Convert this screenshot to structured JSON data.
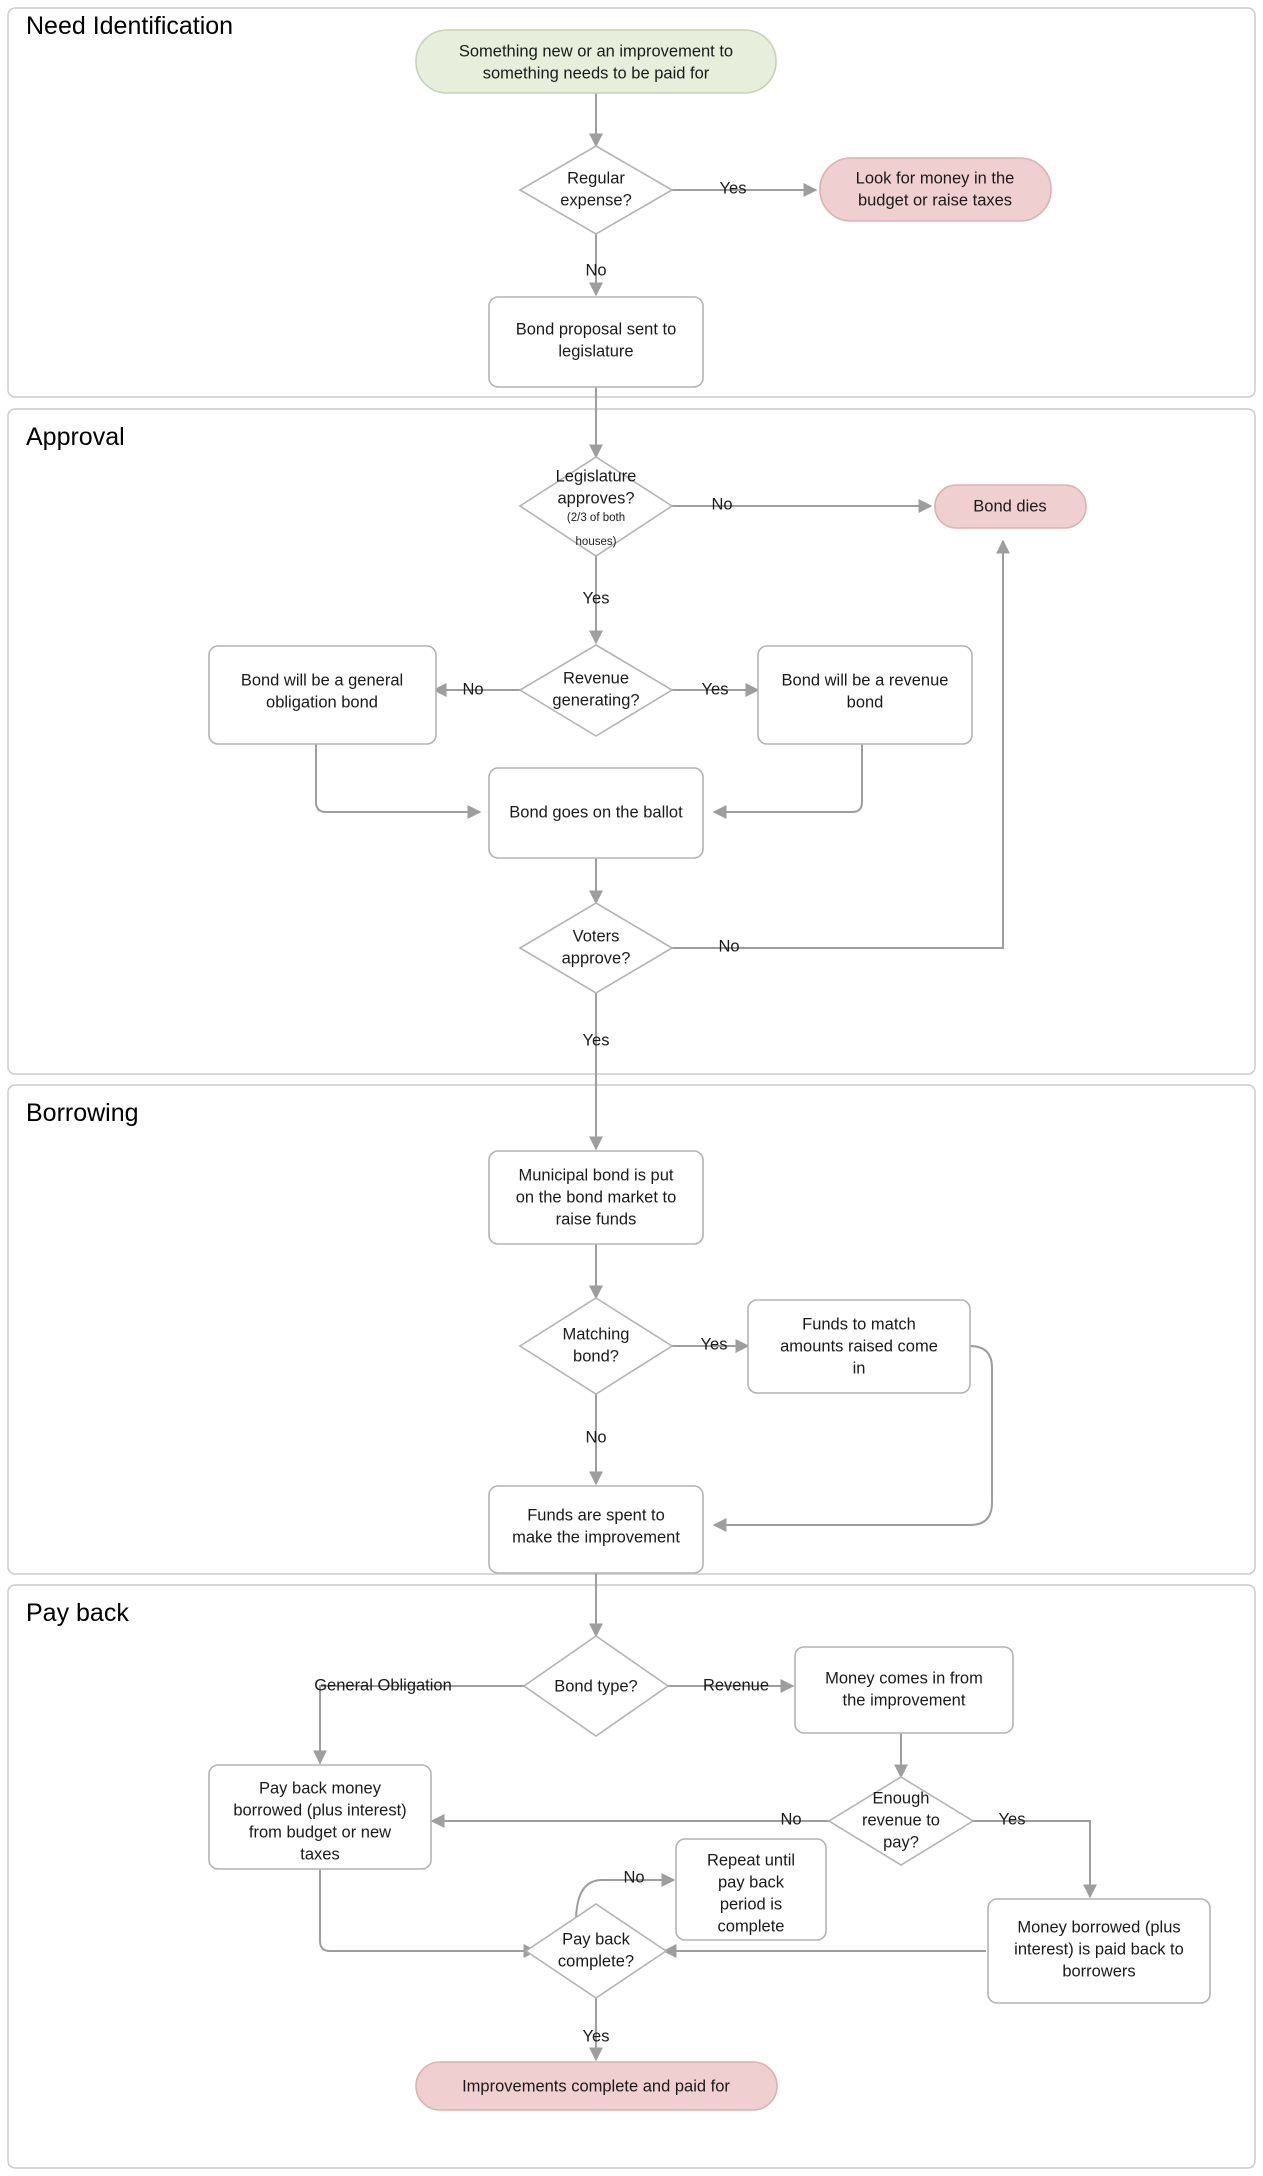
{
  "diagram": {
    "title": "Municipal bond lifecycle flowchart",
    "colors": {
      "start_fill": "#e8eedc",
      "terminal_fill": "#efcfcf",
      "node_fill": "#ffffff",
      "node_stroke": "#b3b3b3",
      "edge_stroke": "#9e9e9e",
      "lane_stroke": "#cccccc",
      "background": "#ffffff"
    },
    "lanes": [
      {
        "id": "lane-need",
        "label": "Need Identification"
      },
      {
        "id": "lane-approval",
        "label": "Approval"
      },
      {
        "id": "lane-borrowing",
        "label": "Borrowing"
      },
      {
        "id": "lane-payback",
        "label": "Pay back"
      }
    ],
    "nodes": [
      {
        "id": "start",
        "shape": "stadium",
        "style": "green",
        "lane": "lane-need",
        "text": [
          "Something new or an improvement to",
          "something needs to be paid for"
        ]
      },
      {
        "id": "regular-expense",
        "shape": "diamond",
        "style": "plain",
        "lane": "lane-need",
        "text": [
          "Regular",
          "expense?"
        ]
      },
      {
        "id": "look-for-money",
        "shape": "stadium",
        "style": "red",
        "lane": "lane-need",
        "text": [
          "Look for money in the",
          "budget or raise taxes"
        ]
      },
      {
        "id": "bond-proposal",
        "shape": "rect",
        "style": "plain",
        "lane": "lane-need",
        "text": [
          "Bond proposal sent to",
          "legislature"
        ]
      },
      {
        "id": "legislature-approves",
        "shape": "diamond",
        "style": "plain",
        "lane": "lane-approval",
        "text": [
          "Legislature",
          "approves?"
        ],
        "subtext": [
          "(2/3 of both",
          "houses)"
        ]
      },
      {
        "id": "bond-dies",
        "shape": "stadium",
        "style": "red",
        "lane": "lane-approval",
        "text": [
          "Bond dies"
        ]
      },
      {
        "id": "revenue-generating",
        "shape": "diamond",
        "style": "plain",
        "lane": "lane-approval",
        "text": [
          "Revenue",
          "generating?"
        ]
      },
      {
        "id": "general-obligation-bond",
        "shape": "rect",
        "style": "plain",
        "lane": "lane-approval",
        "text": [
          "Bond will be a general",
          "obligation bond"
        ]
      },
      {
        "id": "revenue-bond",
        "shape": "rect",
        "style": "plain",
        "lane": "lane-approval",
        "text": [
          "Bond will be a revenue",
          "bond"
        ]
      },
      {
        "id": "bond-on-ballot",
        "shape": "rect",
        "style": "plain",
        "lane": "lane-approval",
        "text": [
          "Bond goes on the ballot"
        ]
      },
      {
        "id": "voters-approve",
        "shape": "diamond",
        "style": "plain",
        "lane": "lane-approval",
        "text": [
          "Voters",
          "approve?"
        ]
      },
      {
        "id": "municipal-bond-market",
        "shape": "rect",
        "style": "plain",
        "lane": "lane-borrowing",
        "text": [
          "Municipal bond is put",
          "on the bond market to",
          "raise funds"
        ]
      },
      {
        "id": "matching-bond",
        "shape": "diamond",
        "style": "plain",
        "lane": "lane-borrowing",
        "text": [
          "Matching",
          "bond?"
        ]
      },
      {
        "id": "matching-funds",
        "shape": "rect",
        "style": "plain",
        "lane": "lane-borrowing",
        "text": [
          "Funds to match",
          "amounts raised come",
          "in"
        ]
      },
      {
        "id": "funds-spent",
        "shape": "rect",
        "style": "plain",
        "lane": "lane-borrowing",
        "text": [
          "Funds are spent to",
          "make the improvement"
        ]
      },
      {
        "id": "bond-type",
        "shape": "diamond",
        "style": "plain",
        "lane": "lane-payback",
        "text": [
          "Bond type?"
        ]
      },
      {
        "id": "money-from-improvement",
        "shape": "rect",
        "style": "plain",
        "lane": "lane-payback",
        "text": [
          "Money comes in from",
          "the improvement"
        ]
      },
      {
        "id": "pay-back-money",
        "shape": "rect",
        "style": "plain",
        "lane": "lane-payback",
        "text": [
          "Pay back money",
          "borrowed (plus interest)",
          "from budget or new",
          "taxes"
        ]
      },
      {
        "id": "enough-revenue",
        "shape": "diamond",
        "style": "plain",
        "lane": "lane-payback",
        "text": [
          "Enough",
          "revenue to",
          "pay?"
        ]
      },
      {
        "id": "repeat-until",
        "shape": "rect",
        "style": "plain",
        "lane": "lane-payback",
        "text": [
          "Repeat until",
          "pay back",
          "period is",
          "complete"
        ]
      },
      {
        "id": "money-paid-back",
        "shape": "rect",
        "style": "plain",
        "lane": "lane-payback",
        "text": [
          "Money borrowed (plus",
          "interest) is paid back to",
          "borrowers"
        ]
      },
      {
        "id": "pay-back-complete",
        "shape": "diamond",
        "style": "plain",
        "lane": "lane-payback",
        "text": [
          "Pay back",
          "complete?"
        ]
      },
      {
        "id": "improvements-complete",
        "shape": "stadium",
        "style": "red",
        "lane": "lane-payback",
        "text": [
          "Improvements complete and paid for"
        ]
      }
    ],
    "edges": [
      {
        "from": "start",
        "to": "regular-expense",
        "label": ""
      },
      {
        "from": "regular-expense",
        "to": "look-for-money",
        "label": "Yes"
      },
      {
        "from": "regular-expense",
        "to": "bond-proposal",
        "label": "No"
      },
      {
        "from": "bond-proposal",
        "to": "legislature-approves",
        "label": ""
      },
      {
        "from": "legislature-approves",
        "to": "bond-dies",
        "label": "No"
      },
      {
        "from": "legislature-approves",
        "to": "revenue-generating",
        "label": "Yes"
      },
      {
        "from": "revenue-generating",
        "to": "general-obligation-bond",
        "label": "No"
      },
      {
        "from": "revenue-generating",
        "to": "revenue-bond",
        "label": "Yes"
      },
      {
        "from": "general-obligation-bond",
        "to": "bond-on-ballot",
        "label": ""
      },
      {
        "from": "revenue-bond",
        "to": "bond-on-ballot",
        "label": ""
      },
      {
        "from": "bond-on-ballot",
        "to": "voters-approve",
        "label": ""
      },
      {
        "from": "voters-approve",
        "to": "bond-dies",
        "label": "No"
      },
      {
        "from": "voters-approve",
        "to": "municipal-bond-market",
        "label": "Yes"
      },
      {
        "from": "municipal-bond-market",
        "to": "matching-bond",
        "label": ""
      },
      {
        "from": "matching-bond",
        "to": "matching-funds",
        "label": "Yes"
      },
      {
        "from": "matching-bond",
        "to": "funds-spent",
        "label": "No"
      },
      {
        "from": "matching-funds",
        "to": "funds-spent",
        "label": ""
      },
      {
        "from": "funds-spent",
        "to": "bond-type",
        "label": ""
      },
      {
        "from": "bond-type",
        "to": "pay-back-money",
        "label": "General Obligation"
      },
      {
        "from": "bond-type",
        "to": "money-from-improvement",
        "label": "Revenue"
      },
      {
        "from": "money-from-improvement",
        "to": "enough-revenue",
        "label": ""
      },
      {
        "from": "enough-revenue",
        "to": "pay-back-money",
        "label": "No"
      },
      {
        "from": "enough-revenue",
        "to": "money-paid-back",
        "label": "Yes"
      },
      {
        "from": "pay-back-money",
        "to": "pay-back-complete",
        "label": ""
      },
      {
        "from": "money-paid-back",
        "to": "pay-back-complete",
        "label": ""
      },
      {
        "from": "pay-back-complete",
        "to": "repeat-until",
        "label": "No"
      },
      {
        "from": "pay-back-complete",
        "to": "improvements-complete",
        "label": "Yes"
      }
    ],
    "edge_labels": {
      "yes": "Yes",
      "no": "No",
      "general_obligation": "General Obligation",
      "revenue": "Revenue"
    }
  }
}
